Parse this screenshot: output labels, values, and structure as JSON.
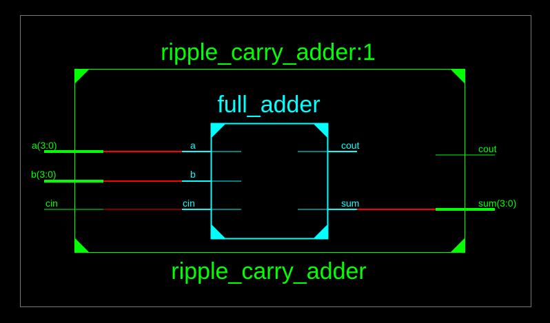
{
  "colors": {
    "background": "#000000",
    "frame": "#7a7a7a",
    "outer_module": "#00ff00",
    "inner_module": "#00ffff",
    "bus_highlight": "#ff0000"
  },
  "outer_module": {
    "instance_name": "ripple_carry_adder:1",
    "type_name": "ripple_carry_adder"
  },
  "inner_module": {
    "type_name": "full_adder",
    "ports": {
      "a": "a",
      "b": "b",
      "cin": "cin",
      "cout": "cout",
      "sum": "sum"
    }
  },
  "outer_ports": {
    "a": "a(3:0)",
    "b": "b(3:0)",
    "cin": "cin",
    "cout": "cout",
    "sum": "sum(3:0)"
  }
}
